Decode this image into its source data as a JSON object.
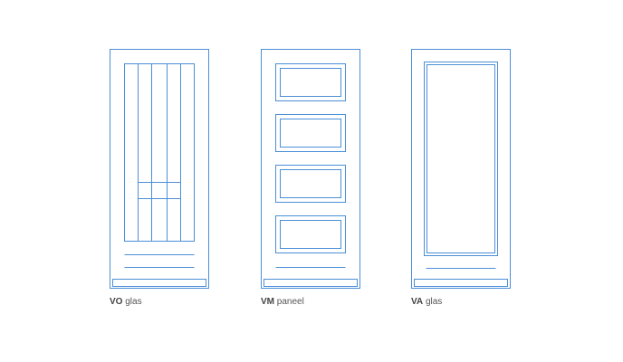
{
  "doors": [
    {
      "code": "VO",
      "type": "glas"
    },
    {
      "code": "VM",
      "type": "paneel"
    },
    {
      "code": "VA",
      "type": "glas"
    }
  ],
  "colors": {
    "door_fill": "#c7d7ea",
    "outline": "#4c8fd6",
    "glass": "#ffffff",
    "caption_text": "#555555"
  }
}
